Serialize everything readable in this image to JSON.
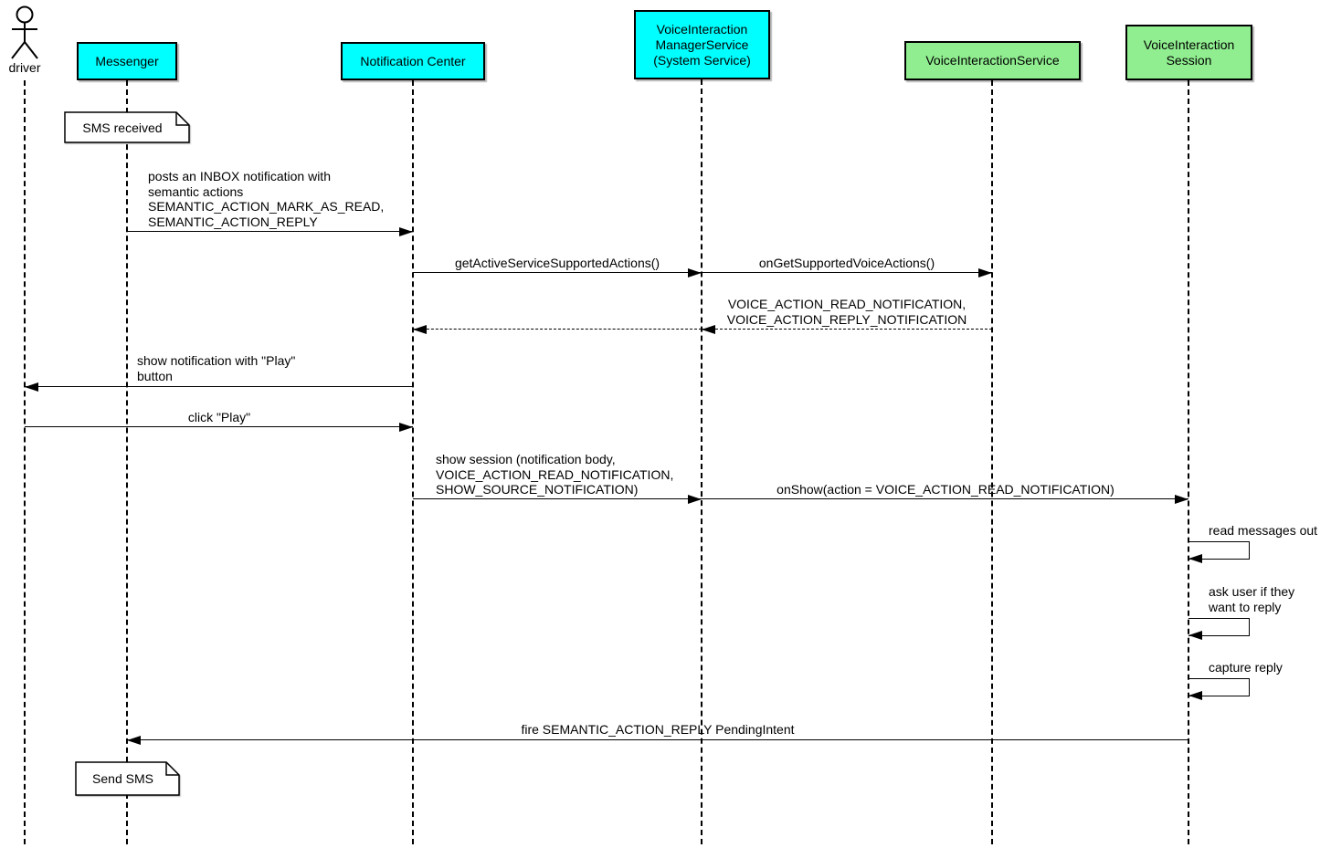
{
  "colors": {
    "system_fill": "#00ffff",
    "service_fill": "#90ee90",
    "line_color": "#000000",
    "note_fill": "#ffffff"
  },
  "participants": {
    "driver": {
      "label": "driver",
      "type": "actor"
    },
    "messenger": {
      "label": "Messenger",
      "fill": "#00ffff"
    },
    "notification_center": {
      "label": "Notification Center",
      "fill": "#00ffff"
    },
    "manager_service": {
      "label": "VoiceInteraction\nManagerService\n(System Service)",
      "fill": "#00ffff"
    },
    "voice_service": {
      "label": "VoiceInteractionService",
      "fill": "#90ee90"
    },
    "voice_session": {
      "label": "VoiceInteraction\nSession",
      "fill": "#90ee90"
    }
  },
  "notes": {
    "sms_received": {
      "label": "SMS received",
      "attached_to": "Messenger"
    },
    "send_sms": {
      "label": "Send SMS",
      "attached_to": "Messenger"
    }
  },
  "messages": {
    "post_notification": {
      "from": "Messenger",
      "to": "Notification Center",
      "style": "solid",
      "label": "posts an INBOX notification with\nsemantic actions\nSEMANTIC_ACTION_MARK_AS_READ,\nSEMANTIC_ACTION_REPLY"
    },
    "get_actions": {
      "from": "Notification Center",
      "to": "VoiceInteraction ManagerService",
      "style": "solid",
      "label": "getActiveServiceSupportedActions()"
    },
    "on_get_actions": {
      "from": "VoiceInteraction ManagerService",
      "to": "VoiceInteractionService",
      "style": "solid",
      "label": "onGetSupportedVoiceActions()"
    },
    "return_actions": {
      "from": "VoiceInteractionService",
      "to": "VoiceInteraction ManagerService",
      "style": "dashed",
      "label": "VOICE_ACTION_READ_NOTIFICATION,\nVOICE_ACTION_REPLY_NOTIFICATION"
    },
    "return_actions_forward": {
      "from": "VoiceInteraction ManagerService",
      "to": "Notification Center",
      "style": "dashed",
      "label": ""
    },
    "show_notification": {
      "from": "Notification Center",
      "to": "driver",
      "style": "solid",
      "label": "show notification with \"Play\"\nbutton"
    },
    "click_play": {
      "from": "driver",
      "to": "Notification Center",
      "style": "solid",
      "label": "click \"Play\""
    },
    "show_session": {
      "from": "Notification Center",
      "to": "VoiceInteraction ManagerService",
      "style": "solid",
      "label": "show session (notification body,\nVOICE_ACTION_READ_NOTIFICATION,\nSHOW_SOURCE_NOTIFICATION)"
    },
    "on_show": {
      "from": "VoiceInteraction ManagerService",
      "to": "VoiceInteraction Session",
      "style": "solid",
      "label": "onShow(action = VOICE_ACTION_READ_NOTIFICATION)"
    },
    "read_messages": {
      "from": "VoiceInteraction Session",
      "to": "VoiceInteraction Session",
      "style": "self",
      "label": "read messages out"
    },
    "ask_reply": {
      "from": "VoiceInteraction Session",
      "to": "VoiceInteraction Session",
      "style": "self",
      "label": "ask user if they\nwant to reply"
    },
    "capture_reply": {
      "from": "VoiceInteraction Session",
      "to": "VoiceInteraction Session",
      "style": "self",
      "label": "capture reply"
    },
    "fire_intent": {
      "from": "VoiceInteraction Session",
      "to": "Messenger",
      "style": "solid",
      "label": "fire SEMANTIC_ACTION_REPLY PendingIntent"
    }
  }
}
